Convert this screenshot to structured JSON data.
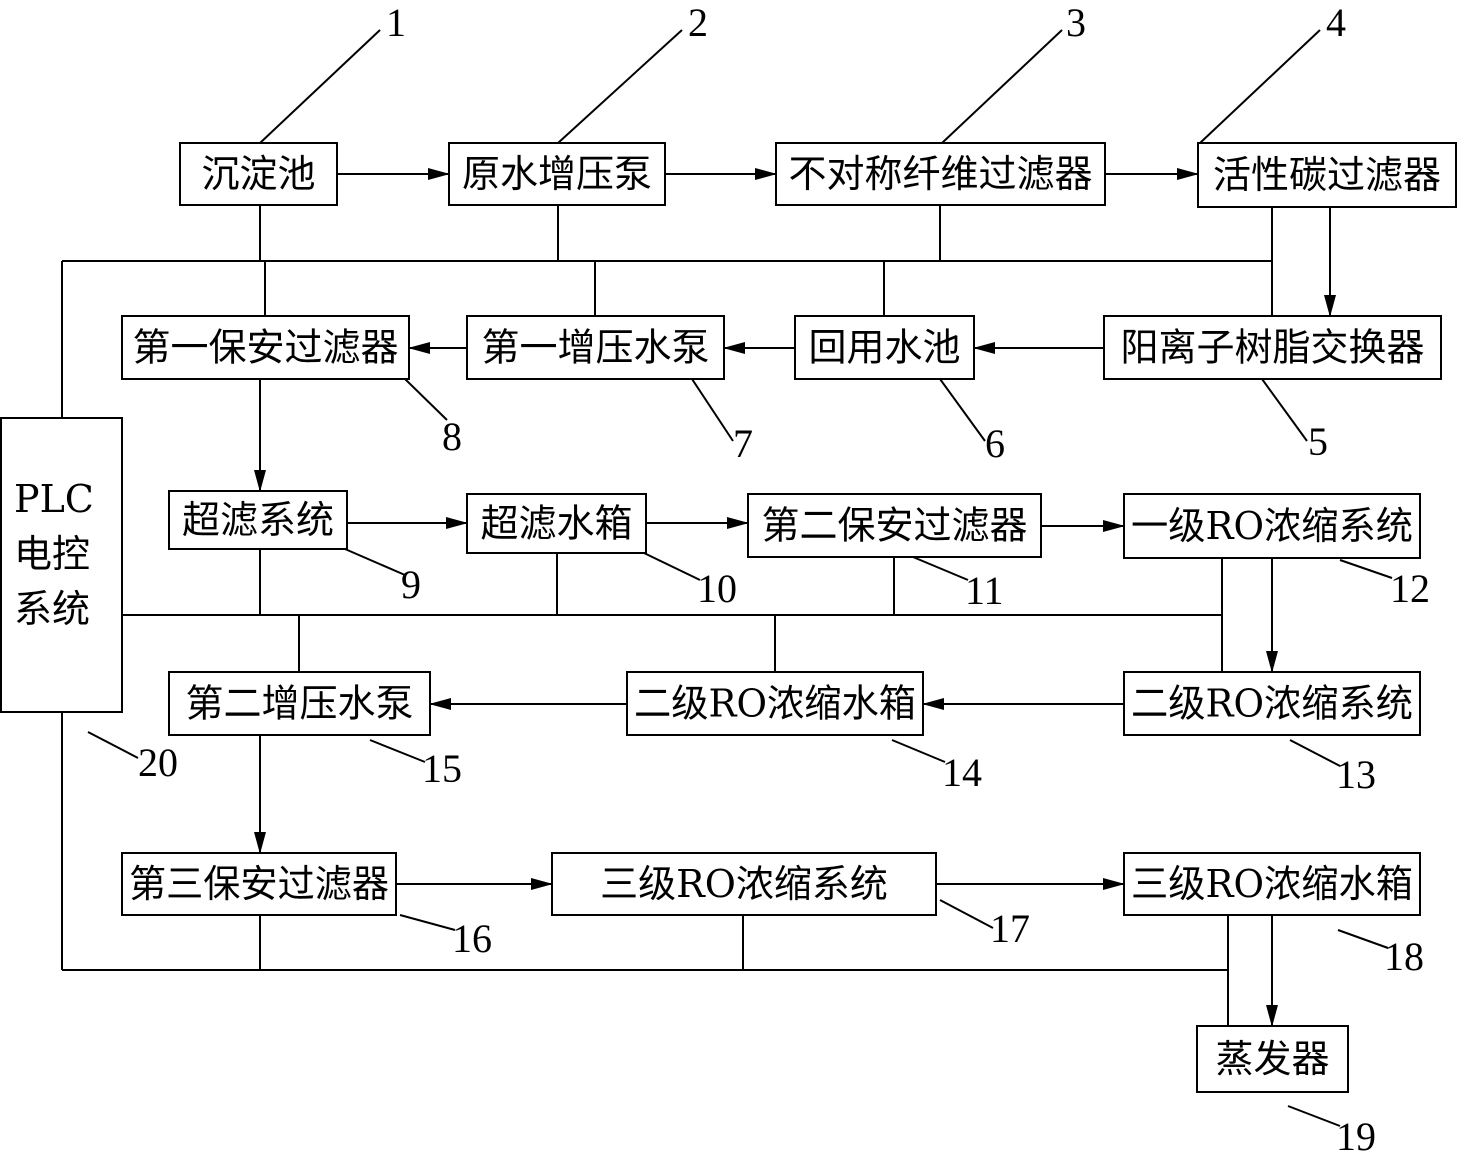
{
  "components": [
    {
      "id": "sedimentation-tank",
      "label": "沉淀池",
      "ref": "1"
    },
    {
      "id": "raw-water-booster-pump",
      "label": "原水增压泵",
      "ref": "2"
    },
    {
      "id": "asymmetric-fiber-filter",
      "label": "不对称纤维过滤器",
      "ref": "3"
    },
    {
      "id": "activated-carbon-filter",
      "label": "活性碳过滤器",
      "ref": "4"
    },
    {
      "id": "cation-resin-exchanger",
      "label": "阳离子树脂交换器",
      "ref": "5"
    },
    {
      "id": "reuse-water-tank",
      "label": "回用水池",
      "ref": "6"
    },
    {
      "id": "first-booster-pump",
      "label": "第一增压水泵",
      "ref": "7"
    },
    {
      "id": "first-security-filter",
      "label": "第一保安过滤器",
      "ref": "8"
    },
    {
      "id": "ultrafiltration-system",
      "label": "超滤系统",
      "ref": "9"
    },
    {
      "id": "ultrafiltration-tank",
      "label": "超滤水箱",
      "ref": "10"
    },
    {
      "id": "second-security-filter",
      "label": "第二保安过滤器",
      "ref": "11"
    },
    {
      "id": "stage1-ro-system",
      "label": "一级RO浓缩系统",
      "ref": "12"
    },
    {
      "id": "stage2-ro-system",
      "label": "二级RO浓缩系统",
      "ref": "13"
    },
    {
      "id": "stage2-ro-tank",
      "label": "二级RO浓缩水箱",
      "ref": "14"
    },
    {
      "id": "second-booster-pump",
      "label": "第二增压水泵",
      "ref": "15"
    },
    {
      "id": "third-security-filter",
      "label": "第三保安过滤器",
      "ref": "16"
    },
    {
      "id": "stage3-ro-system",
      "label": "三级RO浓缩系统",
      "ref": "17"
    },
    {
      "id": "stage3-ro-tank",
      "label": "三级RO浓缩水箱",
      "ref": "18"
    },
    {
      "id": "evaporator",
      "label": "蒸发器",
      "ref": "19"
    }
  ],
  "plc": {
    "lines": [
      "PLC",
      "电控",
      "系统"
    ],
    "ref": "20"
  },
  "flows": [
    [
      "sedimentation-tank",
      "raw-water-booster-pump"
    ],
    [
      "raw-water-booster-pump",
      "asymmetric-fiber-filter"
    ],
    [
      "asymmetric-fiber-filter",
      "activated-carbon-filter"
    ],
    [
      "activated-carbon-filter",
      "cation-resin-exchanger"
    ],
    [
      "cation-resin-exchanger",
      "reuse-water-tank"
    ],
    [
      "reuse-water-tank",
      "first-booster-pump"
    ],
    [
      "first-booster-pump",
      "first-security-filter"
    ],
    [
      "first-security-filter",
      "ultrafiltration-system"
    ],
    [
      "ultrafiltration-system",
      "ultrafiltration-tank"
    ],
    [
      "ultrafiltration-tank",
      "second-security-filter"
    ],
    [
      "second-security-filter",
      "stage1-ro-system"
    ],
    [
      "stage1-ro-system",
      "stage2-ro-system"
    ],
    [
      "stage2-ro-system",
      "stage2-ro-tank"
    ],
    [
      "stage2-ro-tank",
      "second-booster-pump"
    ],
    [
      "second-booster-pump",
      "third-security-filter"
    ],
    [
      "third-security-filter",
      "stage3-ro-system"
    ],
    [
      "stage3-ro-system",
      "stage3-ro-tank"
    ],
    [
      "stage3-ro-tank",
      "evaporator"
    ]
  ]
}
